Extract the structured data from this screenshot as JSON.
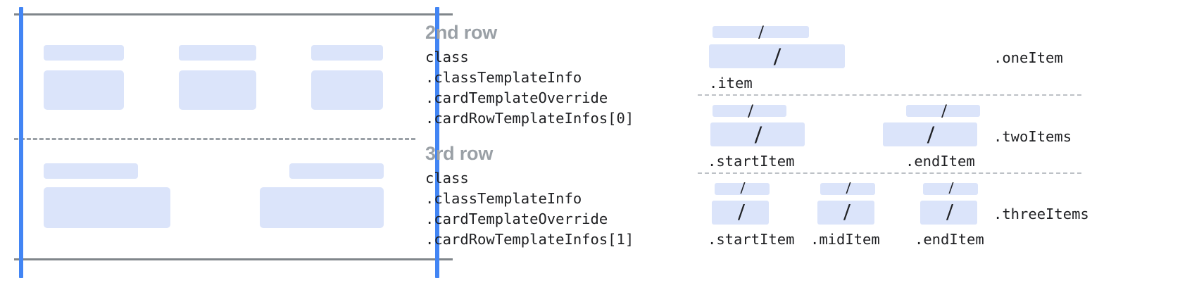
{
  "colors": {
    "accent_blue": "#4285f4",
    "skeleton_fill": "#dbe4fa",
    "frame_gray": "#80868b",
    "dash_gray": "#9aa0a6",
    "sep_gray": "#bdc1c6",
    "heading_gray": "#9aa0a6",
    "code_text": "#202124",
    "background": "#ffffff"
  },
  "card_preview": {
    "rows": [
      {
        "name": "second-row-preview",
        "cells": [
          {
            "title_w": 114,
            "body_w": 114
          },
          {
            "title_w": 110,
            "body_w": 110
          },
          {
            "title_w": 102,
            "body_w": 102
          }
        ]
      },
      {
        "name": "third-row-preview",
        "cells": [
          {
            "title_w": 134,
            "body_w": 180
          },
          {
            "title_w": 134,
            "body_w": 180
          }
        ]
      }
    ]
  },
  "row_descriptions": [
    {
      "heading": "2nd row",
      "lines": [
        "class",
        ".classTemplateInfo",
        ".cardTemplateOverride",
        ".cardRowTemplateInfos[0]"
      ]
    },
    {
      "heading": "3rd row",
      "lines": [
        "class",
        ".classTemplateInfo",
        ".cardTemplateOverride",
        ".cardRowTemplateInfos[1]"
      ]
    }
  ],
  "item_layouts": [
    {
      "group_label": ".oneItem",
      "slash_glyph": "/",
      "items": [
        {
          "label": ".item"
        }
      ]
    },
    {
      "group_label": ".twoItems",
      "slash_glyph": "/",
      "items": [
        {
          "label": ".startItem"
        },
        {
          "label": ".endItem"
        }
      ]
    },
    {
      "group_label": ".threeItems",
      "slash_glyph": "/",
      "items": [
        {
          "label": ".startItem"
        },
        {
          "label": ".midItem"
        },
        {
          "label": ".endItem"
        }
      ]
    }
  ]
}
